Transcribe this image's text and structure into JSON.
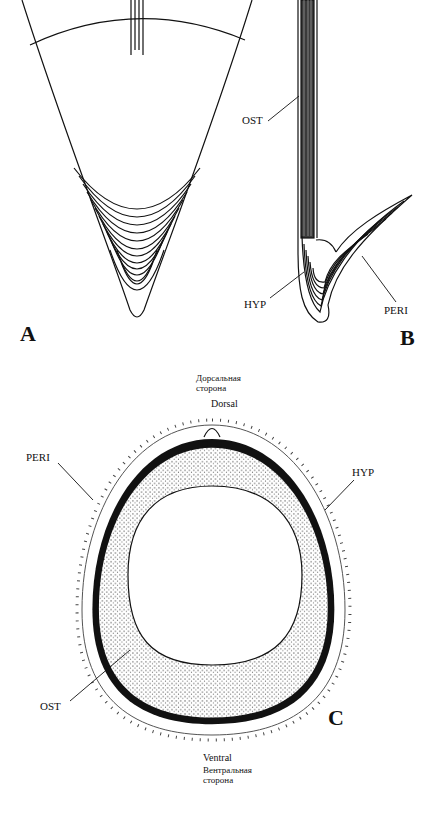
{
  "diagram": {
    "labels": [
      "OST",
      "HYP",
      "PERI",
      "A",
      "B",
      "Дорсальная сторона",
      "Dorsal",
      "PERI",
      "HYP",
      "OST",
      "C",
      "Ventral",
      "Вентральная сторона"
    ]
  }
}
